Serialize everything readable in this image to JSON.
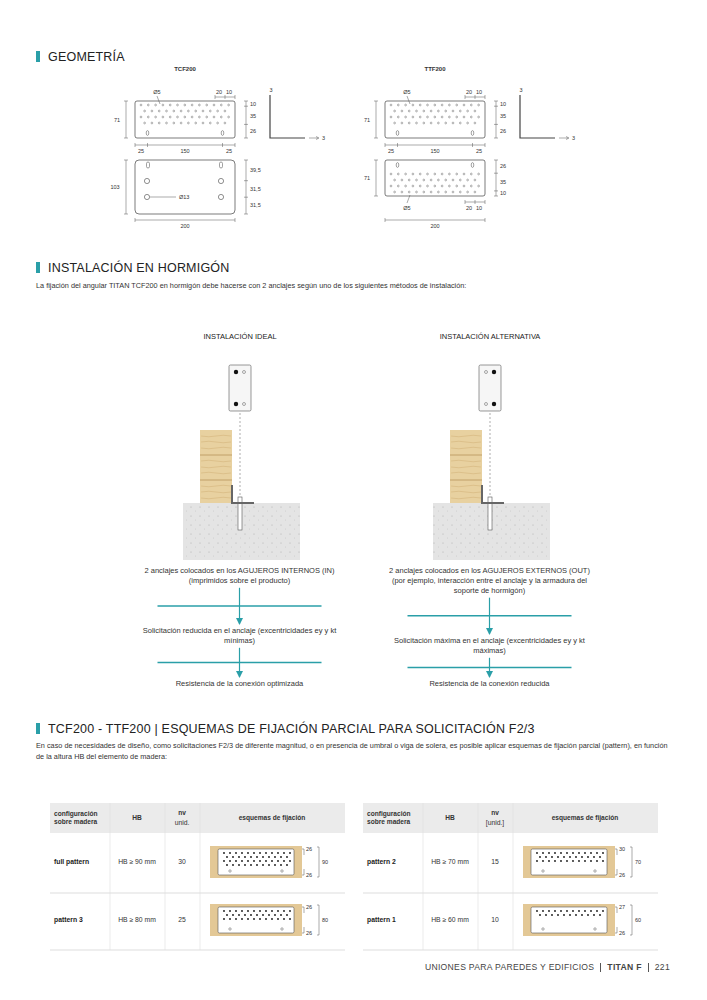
{
  "diagram": {
    "title": "GEOMETRÍA",
    "nodes": [
      {
        "text": [
          "2 anclajes colocados en los AGUJEROS INTERNOS (IN) (imprimidos sobre el producto)"
        ]
      },
      {
        "text": [
          "Solicitación reducida en el anclaje (excentricidades ey y kt mínimas)"
        ]
      },
      {
        "text": [
          "Resistencia de la conexión optimizada"
        ]
      },
      {
        "text": [
          "2 anclajes colocados en los AGUJEROS EXTERNOS (OUT) (por ejemplo, interacción entre el anclaje y la armadura del soporte de hormigón)"
        ]
      },
      {
        "text": [
          "Solicitación máxima en el anclaje (excentricidades ey y kt máximas)"
        ]
      },
      {
        "text": [
          "Resistencia de la conexión reducida"
        ]
      }
    ],
    "edges": [
      {
        "from": 0,
        "to": 1,
        "arrow": "to"
      },
      {
        "from": 1,
        "to": 2,
        "arrow": "to"
      },
      {
        "from": 3,
        "to": 4,
        "arrow": "to"
      },
      {
        "from": 4,
        "to": 5,
        "arrow": "to"
      }
    ],
    "labels": [
      "TCF200",
      "Ø5",
      "20",
      "10",
      "3",
      "10",
      "35",
      "26",
      "3",
      "71",
      "25",
      "150",
      "25",
      "39,5",
      "31,5",
      "31,5",
      "103",
      "Ø13",
      "200",
      "TTF200",
      "Ø5",
      "20",
      "10",
      "3",
      "10",
      "35",
      "26",
      "3",
      "71",
      "25",
      "150",
      "25",
      "26",
      "35",
      "10",
      "71",
      "Ø5",
      "20",
      "10",
      "200",
      "INSTALACIÓN EN HORMIGÓN",
      "La fijación del angular TITAN TCF200 en hormigón debe hacerse con 2 anclajes según uno de los siguientes métodos de instalación:",
      "INSTALACIÓN IDEAL",
      "INSTALACIÓN ALTERNATIVA",
      "TCF200 - TTF200 | ESQUEMAS DE FIJACIÓN PARCIAL PARA SOLICITACIÓN F2/3",
      "En caso de necesidades de diseño, como solicitaciones F2/3 de diferente magnitud, o en presencia de umbral o viga de solera, es posible aplicar esquemas de fijación parcial (pattern), en función de la altura HB del elemento de madera:",
      "configuración sobre madera",
      "HB",
      "nv",
      "unid.",
      "esquemas de fijación",
      "full pattern",
      "HB ≥ 90 mm",
      "30",
      "26",
      "90",
      "26",
      "pattern 3",
      "HB ≥ 80 mm",
      "25",
      "26",
      "80",
      "26",
      "configuración sobre madera",
      "HB",
      "nv",
      "[unid.]",
      "esquemas de fijación",
      "pattern 2",
      "HB ≥ 70 mm",
      "15",
      "30",
      "70",
      "26",
      "pattern 1",
      "HB ≥ 60 mm",
      "10",
      "27",
      "60",
      "26",
      "UNIONES PARA PAREDES Y EDIFICIOS",
      "TITAN F",
      "221"
    ]
  }
}
